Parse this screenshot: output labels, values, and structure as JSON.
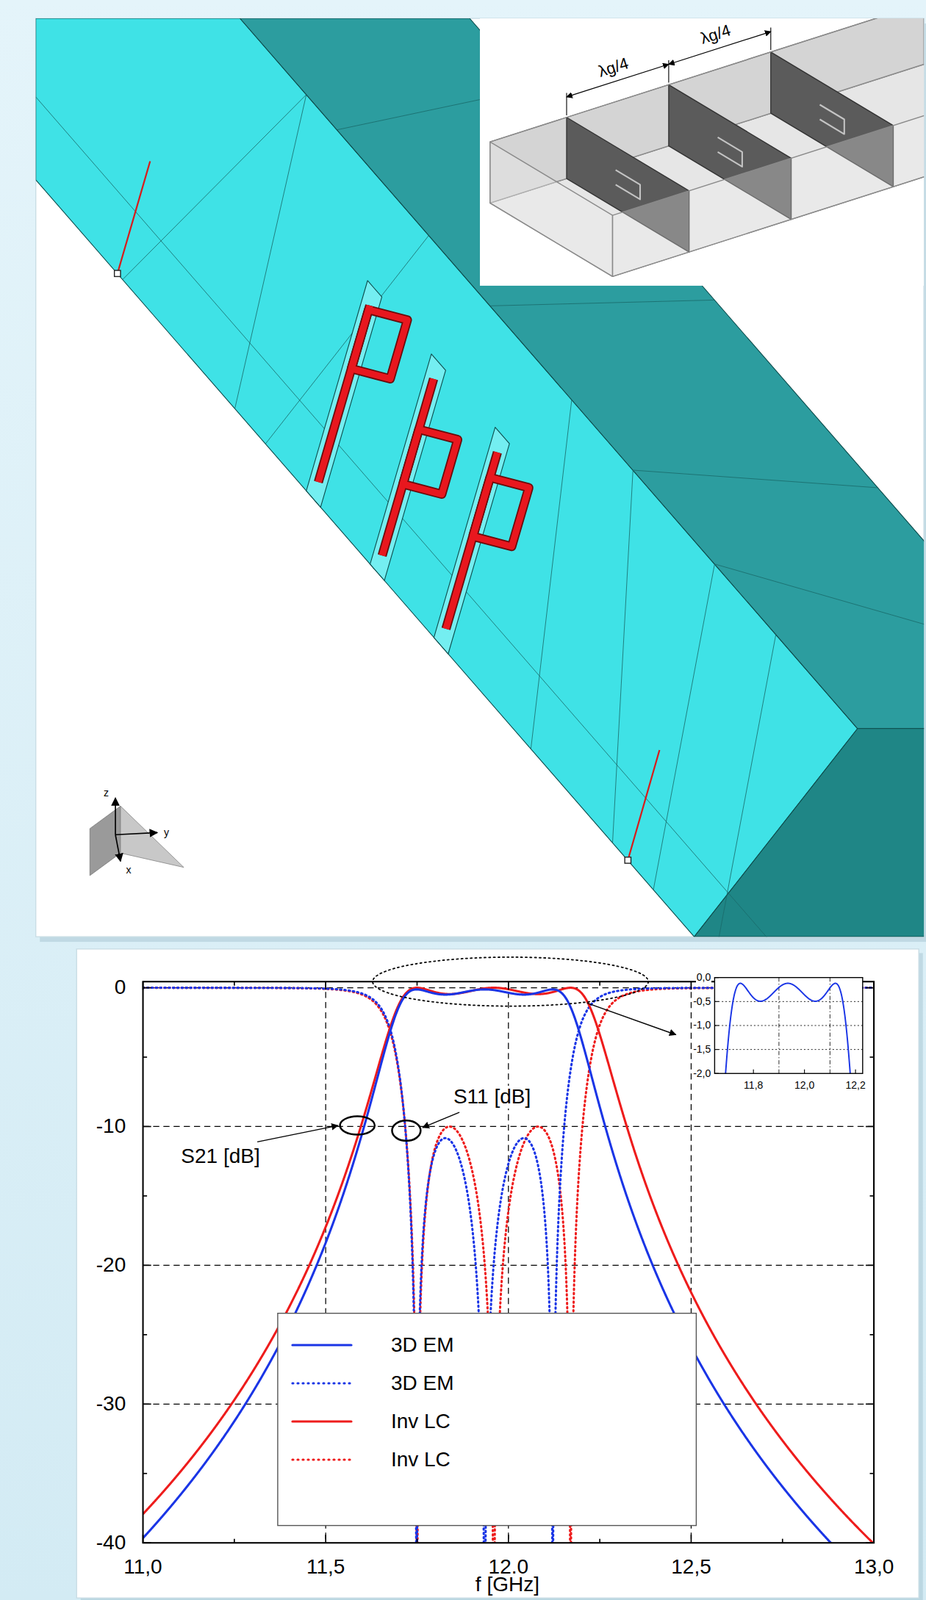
{
  "diagram": {
    "labels": [
      "λg/4",
      "λg/4",
      "z",
      "y",
      "x",
      "0",
      "-10",
      "-20",
      "-30",
      "-40",
      "11,0",
      "11,5",
      "12,0",
      "12,5",
      "13,0",
      "f [GHz]",
      "S21 [dB]",
      "S11 [dB]",
      "0,0",
      "-0,5",
      "-1,0",
      "-1,5",
      "-2,0",
      "11,8",
      "12,0",
      "12,2"
    ],
    "legend": [
      {
        "text": "3D EM"
      },
      {
        "text": "3D EM"
      },
      {
        "text": "Inv LC"
      },
      {
        "text": "Inv LC"
      }
    ]
  }
}
